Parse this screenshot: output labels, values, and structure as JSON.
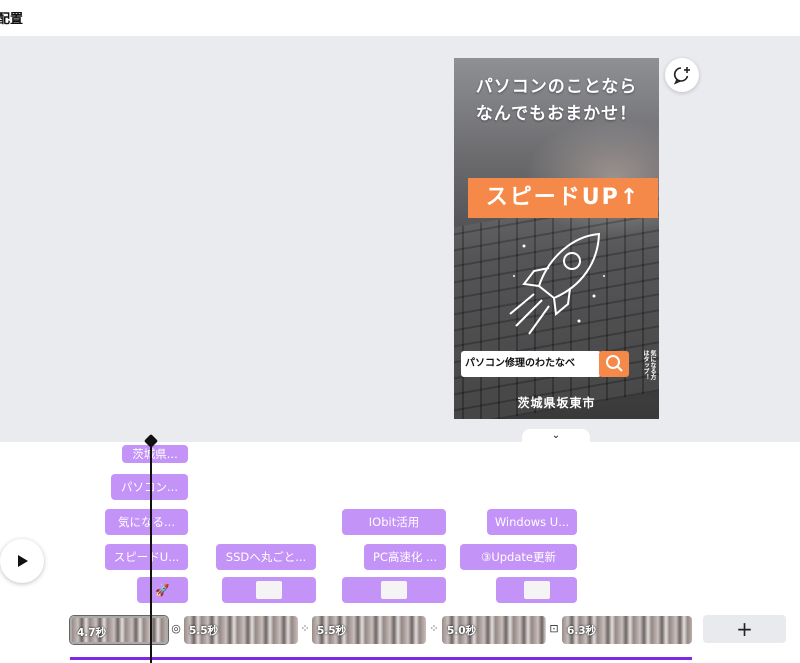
{
  "header": {
    "title": "配置"
  },
  "poster": {
    "headline_line1": "パソコンのことなら",
    "headline_line2": "なんでもおまかせ！",
    "speed_text": "スピードUP↑",
    "search_text": "パソコン修理のわたなべ",
    "tap_text": "気になる方はタップ！",
    "city_text": "茨城県坂東市",
    "accent_color": "#f5894a"
  },
  "timeline": {
    "text_tracks": [
      {
        "label": "茨城県..."
      },
      {
        "label": "パソコン..."
      },
      {
        "label": "気になる..."
      },
      {
        "label": "スピードU..."
      },
      {
        "label": "SSDへ丸ごと..."
      },
      {
        "label": "IObit活用"
      },
      {
        "label": "PC高速化 ..."
      },
      {
        "label": "Windows U..."
      },
      {
        "label": "③Update更新"
      }
    ],
    "clips": [
      {
        "duration": "4.7秒"
      },
      {
        "duration": "5.5秒"
      },
      {
        "duration": "5.5秒"
      },
      {
        "duration": "5.0秒"
      },
      {
        "duration": "6.3秒"
      }
    ],
    "add_label": "+",
    "accent_color": "#7d2ae8",
    "chip_color": "#c493f8"
  },
  "icons": {
    "play": "play-icon",
    "comment": "add-comment-icon",
    "collapse": "chevron-down-icon",
    "rocket": "rocket-icon"
  }
}
